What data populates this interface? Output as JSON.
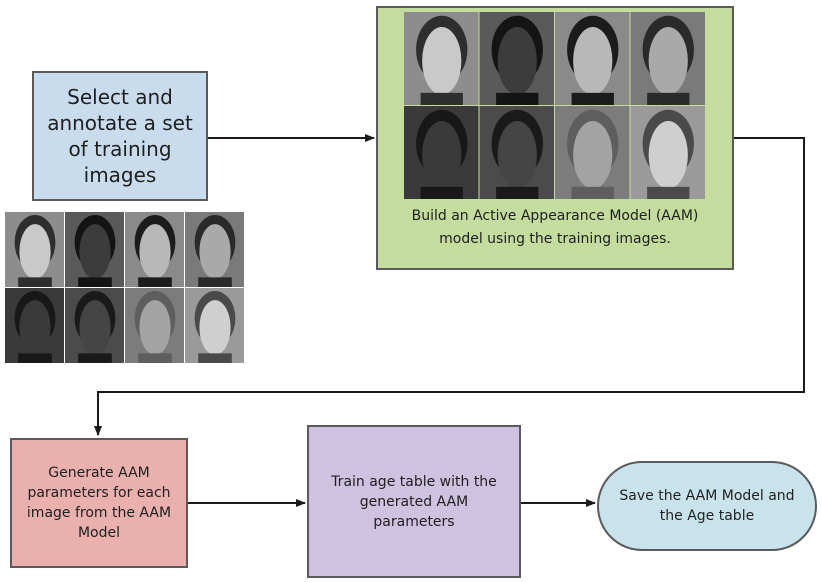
{
  "boxes": {
    "select": "Select and annotate a set of training images",
    "aam": "Build an Active Appearance Model (AAM) model using the training images.",
    "generate": "Generate AAM parameters for each image from  the AAM Model",
    "train": "Train age table with the generated AAM parameters",
    "save": "Save the AAM Model and the Age table"
  },
  "colors": {
    "select_fill": "#c9dcee",
    "aam_fill": "#c5dc9f",
    "generate_fill": "#eab0ad",
    "train_fill": "#cfc1e0",
    "save_fill": "#c9e3ec",
    "arrow": "#1a1a1a"
  },
  "face_photos": [
    {
      "tone": "#8d8d8d",
      "face": "#c9c9c9",
      "hair": "#2e2e2e"
    },
    {
      "tone": "#5a5a5a",
      "face": "#3c3c3c",
      "hair": "#141414"
    },
    {
      "tone": "#8a8a8a",
      "face": "#b8b8b8",
      "hair": "#1c1c1c"
    },
    {
      "tone": "#7a7a7a",
      "face": "#a9a9a9",
      "hair": "#2a2a2a"
    },
    {
      "tone": "#3a3a3a",
      "face": "#3a3a3a",
      "hair": "#181818"
    },
    {
      "tone": "#4b4b4b",
      "face": "#454545",
      "hair": "#1a1a1a"
    },
    {
      "tone": "#7c7c7c",
      "face": "#a3a3a3",
      "hair": "#5e5e5e"
    },
    {
      "tone": "#9a9a9a",
      "face": "#cfcfcf",
      "hair": "#4a4a4a"
    }
  ]
}
